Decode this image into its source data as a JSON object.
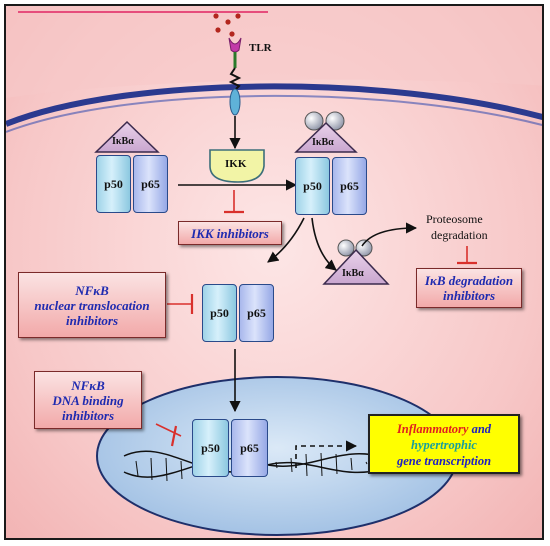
{
  "receptor": {
    "label": "TLR"
  },
  "ikk": {
    "label": "IKK"
  },
  "complex_left": {
    "inhibitor": "IκBα",
    "p50": "p50",
    "p65": "p65"
  },
  "complex_right": {
    "inhibitor": "IκBα",
    "p50": "p50",
    "p65": "p65"
  },
  "released_ikb": {
    "label": "IκBα"
  },
  "proteosome": {
    "line1": "Proteosome",
    "line2": "degradation"
  },
  "free_dimer": {
    "p50": "p50",
    "p65": "p65"
  },
  "nuclear_dimer": {
    "p50": "p50",
    "p65": "p65"
  },
  "inhibitors": {
    "ikk": "IKK inhibitors",
    "degradation": {
      "line1": "IκB degradation",
      "line2": "inhibitors"
    },
    "translocation": {
      "line1": "NFκB",
      "line2": "nuclear translocation",
      "line3": "inhibitors"
    },
    "dna_binding": {
      "line1": "NFκB",
      "line2": "DNA  binding",
      "line3": "inhibitors"
    }
  },
  "transcription": {
    "word1": "Inflammatory",
    "word2": " and",
    "word3": "hypertrophic",
    "line3": "gene transcription",
    "colors": {
      "inflammatory": "#e0201f",
      "hypertrophic": "#1aa09a",
      "text": "#2020c0",
      "box": "#ffff00"
    }
  },
  "colors": {
    "cytoplasm": "#f7c7c7",
    "nucleus": "#b9d3ee",
    "membrane": "#2b3a8f",
    "inhibit": "#d9302c"
  }
}
